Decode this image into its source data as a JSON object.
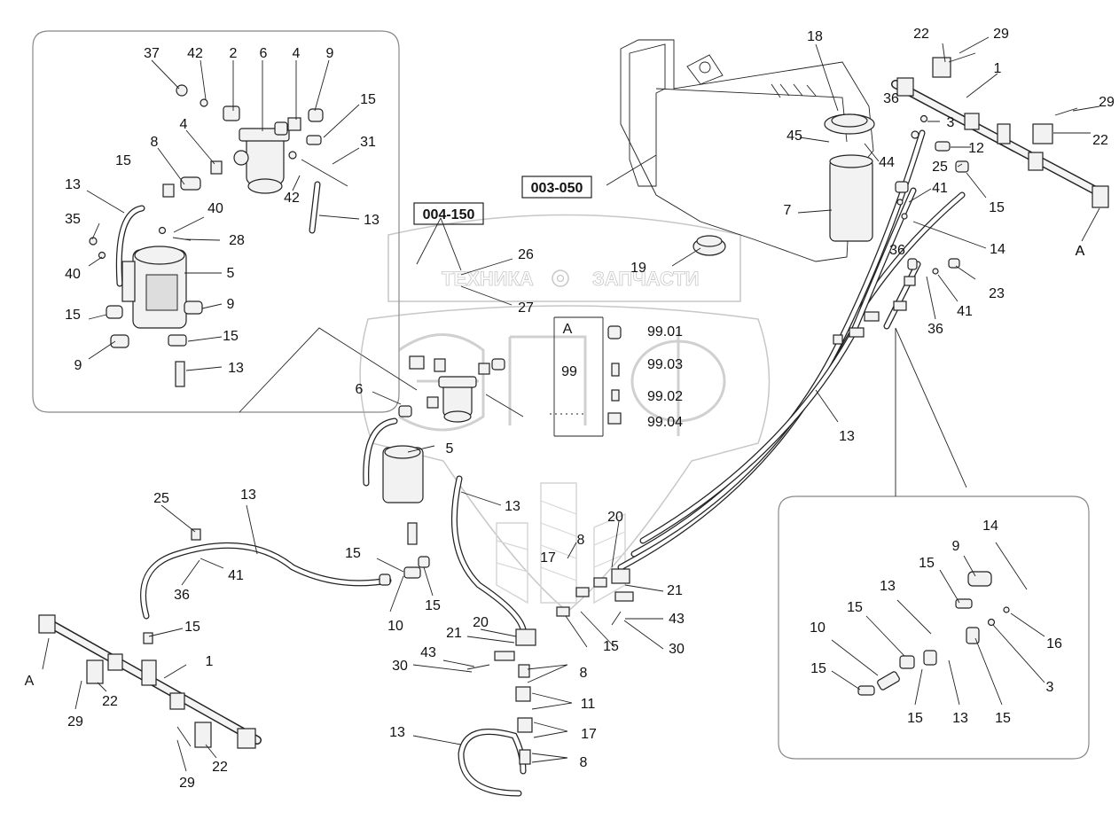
{
  "watermark": {
    "brand_left": "ТЕХНИКА",
    "brand_right": "ЗАПЧАСТИ"
  },
  "references": {
    "ref_003_050": "003-050",
    "ref_004_150": "004-150"
  },
  "view_labels": {
    "view_a_main": "A",
    "view_a_left": "A",
    "view_a_right": "A"
  },
  "detail_box_99": {
    "title": "A",
    "group": "99",
    "items": [
      "99.01",
      "99.03",
      "99.02",
      "99.04"
    ]
  },
  "callouts": {
    "topleft": [
      "37",
      "42",
      "2",
      "6",
      "4",
      "9",
      "15",
      "31",
      "8",
      "4",
      "15",
      "42",
      "13",
      "13",
      "40",
      "28",
      "35",
      "40",
      "5",
      "15",
      "9",
      "15",
      "9",
      "13"
    ],
    "center": [
      "26",
      "27",
      "6",
      "5",
      "13",
      "8",
      "17",
      "20",
      "21",
      "43",
      "30",
      "15"
    ],
    "tank": [
      "18",
      "45",
      "44",
      "7",
      "19",
      "36",
      "3",
      "12",
      "25",
      "41",
      "15",
      "14",
      "36",
      "41",
      "23",
      "36",
      "13"
    ],
    "rail_right": [
      "22",
      "29",
      "1",
      "29",
      "22",
      "A"
    ],
    "rail_left": [
      "25",
      "13",
      "41",
      "36",
      "15",
      "15",
      "10",
      "15",
      "1",
      "29",
      "22",
      "22",
      "29"
    ],
    "bottom_center": [
      "20",
      "21",
      "43",
      "30",
      "8",
      "11",
      "17",
      "8",
      "13"
    ],
    "bottom_right": [
      "14",
      "15",
      "9",
      "13",
      "15",
      "10",
      "15",
      "16",
      "3",
      "15",
      "13",
      "15"
    ]
  }
}
